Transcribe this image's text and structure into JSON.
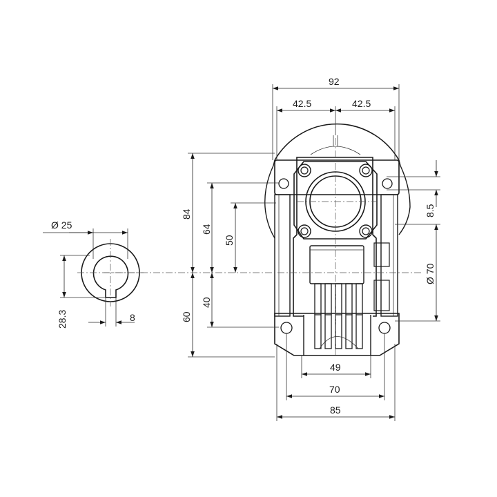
{
  "dimensions": {
    "width_92": "92",
    "half_left": "42.5",
    "half_right": "42.5",
    "height_84": "84",
    "height_64": "64",
    "height_50": "50",
    "height_40": "40",
    "height_60": "60",
    "offset_8_5": "8.5",
    "dia_70": "Ø 70",
    "base_49": "49",
    "base_70": "70",
    "base_85": "85",
    "shaft_dia": "Ø 25",
    "shaft_key_height": "28.3",
    "shaft_key_width": "8"
  },
  "colors": {
    "line": "#1a1a1a",
    "background": "#ffffff"
  }
}
